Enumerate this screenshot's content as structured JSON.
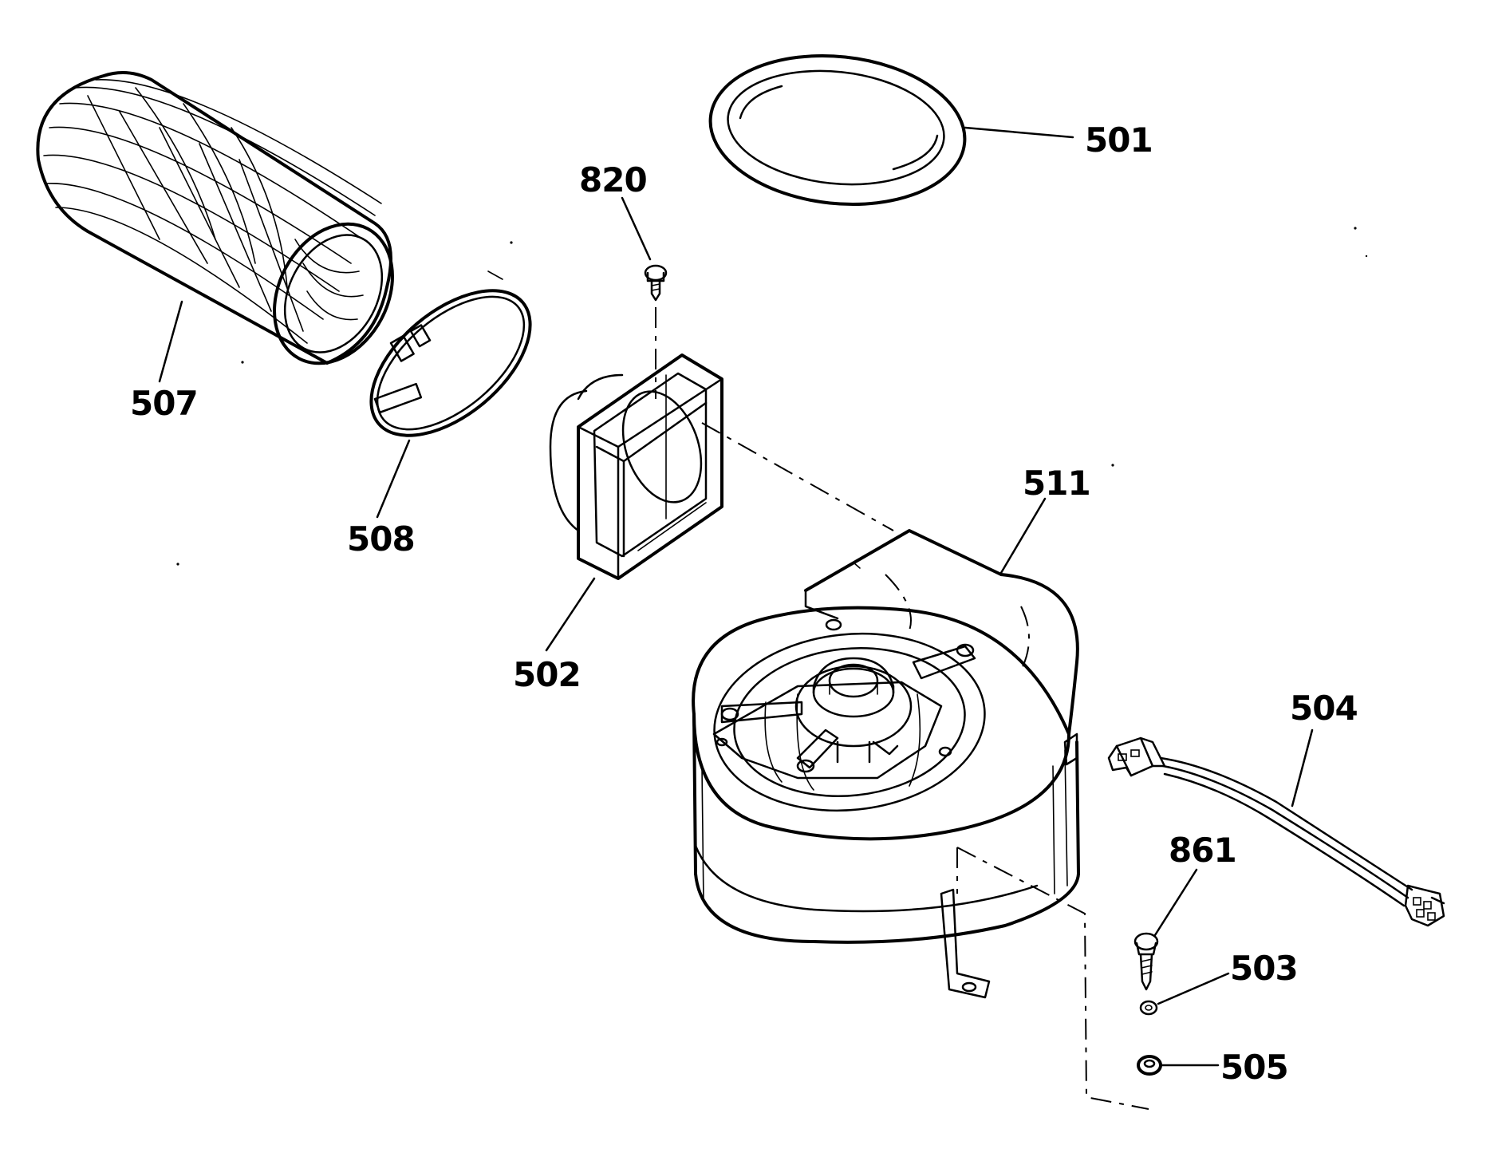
{
  "diagram": {
    "parts": [
      {
        "id": "p501",
        "label": "501",
        "part": "ring"
      },
      {
        "id": "p507",
        "label": "507",
        "part": "duct-hose"
      },
      {
        "id": "p508",
        "label": "508",
        "part": "hose-clamp"
      },
      {
        "id": "p820",
        "label": "820",
        "part": "screw"
      },
      {
        "id": "p502",
        "label": "502",
        "part": "adapter-frame"
      },
      {
        "id": "p511",
        "label": "511",
        "part": "blower-assembly"
      },
      {
        "id": "p504",
        "label": "504",
        "part": "wire-harness"
      },
      {
        "id": "p861",
        "label": "861",
        "part": "screw"
      },
      {
        "id": "p503",
        "label": "503",
        "part": "washer"
      },
      {
        "id": "p505",
        "label": "505",
        "part": "grommet"
      }
    ],
    "colors": {
      "ink": "#000000",
      "paper": "#ffffff"
    }
  }
}
